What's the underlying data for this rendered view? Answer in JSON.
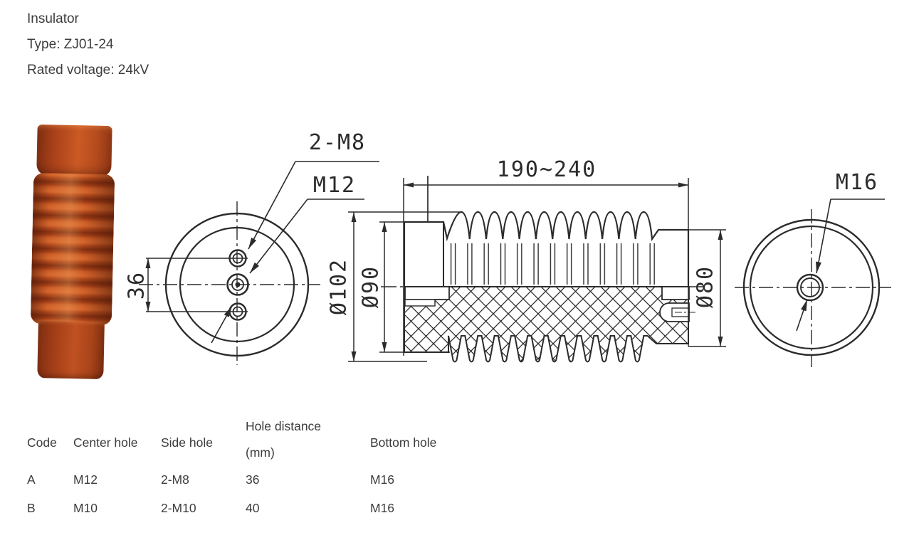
{
  "header": {
    "product": "Insulator",
    "type_line": "Type: ZJ01-24",
    "voltage_line": "Rated voltage: 24kV"
  },
  "photo": {
    "subject": "red-brown epoxy insulator with ribbed sheds",
    "body_color": "#a8431d",
    "highlight_color": "#cb5a24",
    "shadow_color": "#7e2e12"
  },
  "drawing": {
    "line_color": "#2b2b2b",
    "front_view": {
      "side_hole_label": "2-M8",
      "center_hole_label": "M12",
      "hole_distance_label": "36"
    },
    "section_view": {
      "length_label": "190~240",
      "outer_dia_label": "Ø102",
      "shed_dia_label": "Ø90",
      "end_dia_label": "Ø80"
    },
    "bottom_view": {
      "bottom_hole_label": "M16"
    }
  },
  "table": {
    "columns": [
      {
        "label": "Code",
        "unit": ""
      },
      {
        "label": "Center hole",
        "unit": ""
      },
      {
        "label": "Side hole",
        "unit": ""
      },
      {
        "label": "Hole distance",
        "unit": "(mm)"
      },
      {
        "label": "Bottom hole",
        "unit": ""
      }
    ],
    "rows": [
      [
        "A",
        "M12",
        "2-M8",
        "36",
        "M16"
      ],
      [
        "B",
        "M10",
        "2-M10",
        "40",
        "M16"
      ]
    ]
  }
}
